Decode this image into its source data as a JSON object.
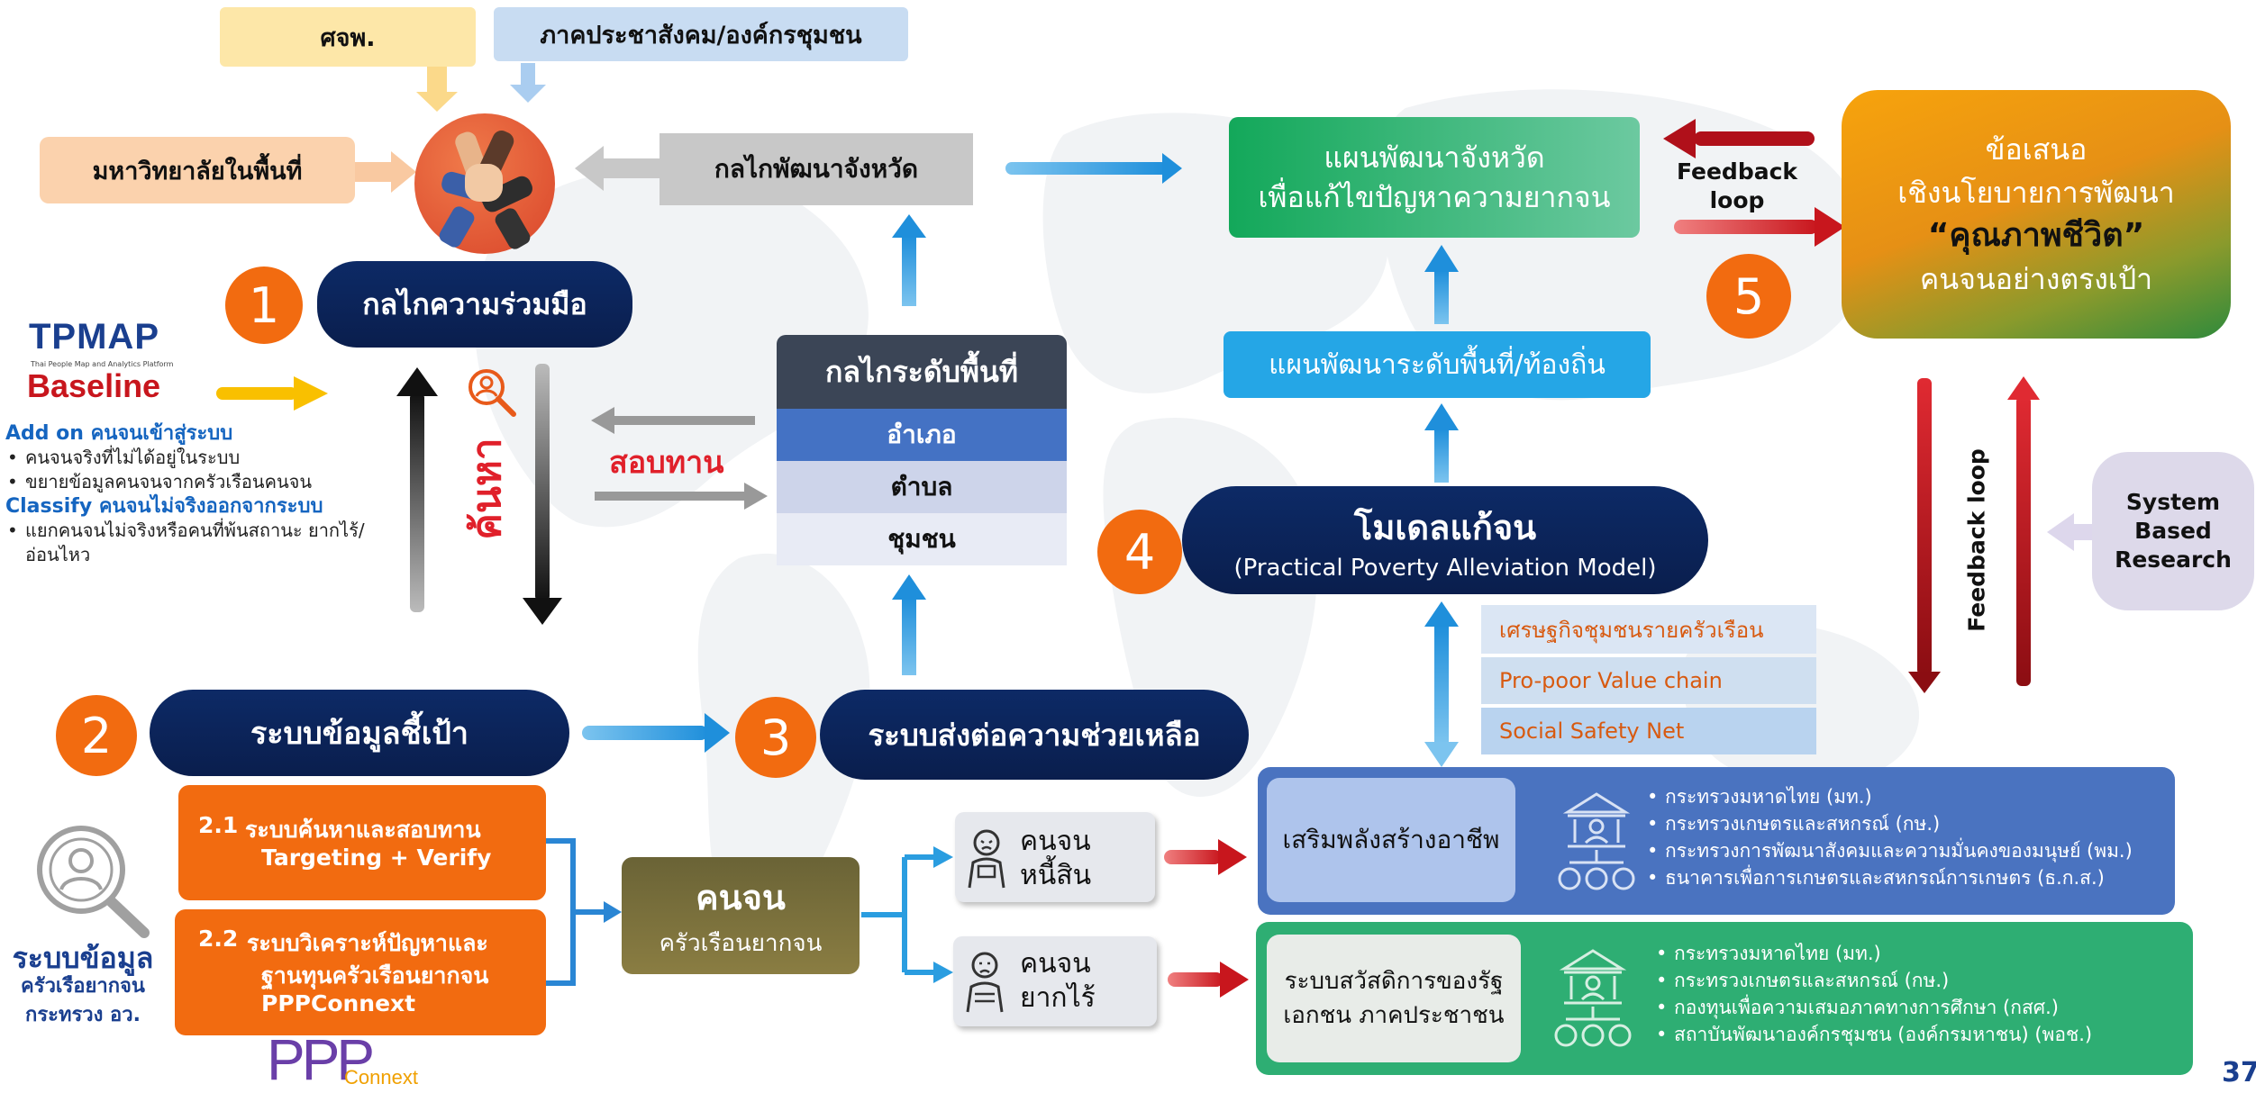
{
  "top": {
    "tcp": "ศจพ.",
    "civil": "ภาคประชาสังคม/องค์กรชุมชน",
    "university": "มหาวิทยาลัยในพื้นที่",
    "province_mech": "กลไกพัฒนาจังหวัด"
  },
  "steps": [
    "1",
    "2",
    "3",
    "4",
    "5"
  ],
  "cooperation": "กลไกความร่วมมือ",
  "tpmap": {
    "logo": "TPMAP",
    "subtitle": "Thai People Map and Analytics Platform",
    "baseline": "Baseline",
    "addon_title": "Add on คนจนเข้าสู่ระบบ",
    "addon_items": [
      "คนจนจริงที่ไม่ได้อยู่ในระบบ",
      "ขยายข้อมูลคนจนจากครัวเรือนคนจน"
    ],
    "classify_title": "Classify คนจนไม่จริงออกจากระบบ",
    "classify_items": [
      "แยกคนจนไม่จริงหรือคนที่พ้นสถานะ ยากไร้/อ่อนไหว"
    ]
  },
  "search_label": "ค้นหา",
  "verify_label": "สอบทาน",
  "local_mech": {
    "title": "กลไกระดับพื้นที่",
    "levels": [
      "อำเภอ",
      "ตำบล",
      "ชุมชน"
    ]
  },
  "plans": {
    "province_plan_line1": "แผนพัฒนาจังหวัด",
    "province_plan_line2": "เพื่อแก้ไขปัญหาความยากจน",
    "local_plan": "แผนพัฒนาระดับพื้นที่/ท้องถิ่น"
  },
  "feedback": {
    "top_line1": "Feedback",
    "top_line2": "loop",
    "vertical": "Feedback loop"
  },
  "proposal": {
    "line1": "ข้อเสนอ",
    "line2": "เชิงนโยบายการพัฒนา",
    "line3": "“คุณภาพชีวิต”",
    "line4": "คนจนอย่างตรงเป้า"
  },
  "research": {
    "line1": "System",
    "line2": "Based",
    "line3": "Research"
  },
  "model": {
    "title": "โมเดลแก้จน",
    "subtitle": "(Practical Poverty Alleviation Model)",
    "components": [
      "เศรษฐกิจชุมชนรายครัวเรือน",
      "Pro-poor Value chain",
      "Social Safety Net"
    ]
  },
  "targeting_system": "ระบบข้อมูลชี้เป้า",
  "referral_system": "ระบบส่งต่อความช่วยเหลือ",
  "subsystems": {
    "s21_num": "2.1",
    "s21_line1": "ระบบค้นหาและสอบทาน",
    "s21_line2": "Targeting + Verify",
    "s22_num": "2.2",
    "s22_line1": "ระบบวิเคราะห์ปัญหาและ",
    "s22_line2": "ฐานทุนครัวเรือนยากจน",
    "s22_line3": "PPPConnext"
  },
  "data_system": {
    "title": "ระบบข้อมูล",
    "line2": "ครัวเรือยากจน",
    "line3": "กระทรวง อว."
  },
  "ppp_logo": {
    "big": "PPP",
    "small": "Connext"
  },
  "poor": {
    "title": "คนจน",
    "subtitle": "ครัวเรือนยากจน",
    "debt_line1": "คนจน",
    "debt_line2": "หนี้สิน",
    "destitute_line1": "คนจน",
    "destitute_line2": "ยากไร้"
  },
  "empower": {
    "label": "เสริมพลังสร้างอาชีพ",
    "items": [
      "กระทรวงมหาดไทย (มท.)",
      "กระทรวงเกษตรและสหกรณ์ (กษ.)",
      "กระทรวงการพัฒนาสังคมและความมั่นคงของมนุษย์ (พม.)",
      "ธนาคารเพื่อการเกษตรและสหกรณ์การเกษตร (ธ.ก.ส.)"
    ]
  },
  "welfare": {
    "label_line1": "ระบบสวัสดิการของรัฐ",
    "label_line2": "เอกชน ภาคประชาชน",
    "items": [
      "กระทรวงมหาดไทย (มท.)",
      "กระทรวงเกษตรและสหกรณ์ (กษ.)",
      "กองทุนเพื่อความเสมอภาคทางการศึกษา (กสศ.)",
      "สถาบันพัฒนาองค์กรชุมชน (องค์กรมหาชน) (พอช.)"
    ]
  },
  "page_number": "37",
  "colors": {
    "orange": "#f26b10",
    "navy": "#0a1e4d",
    "green": "#2bb673",
    "blue": "#2a9de0",
    "red": "#c8161d"
  }
}
